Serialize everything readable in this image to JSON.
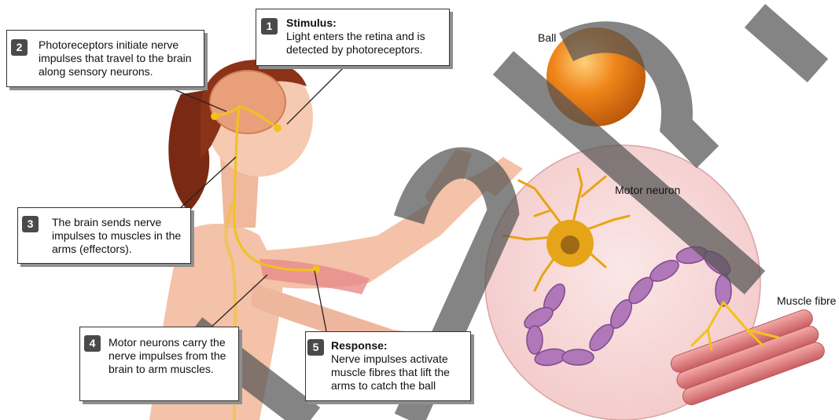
{
  "callouts": [
    {
      "number": "1",
      "heading": "Stimulus:",
      "text": "Light enters the retina and is detected by photoreceptors."
    },
    {
      "number": "2",
      "heading": "",
      "text": "Photoreceptors initiate nerve impulses that travel to the brain along sensory neurons."
    },
    {
      "number": "3",
      "heading": "",
      "text": "The brain sends nerve impulses to muscles in the arms (effectors)."
    },
    {
      "number": "4",
      "heading": "",
      "text": "Motor neurons carry the nerve impulses from the brain to arm muscles."
    },
    {
      "number": "5",
      "heading": "Response:",
      "text": "Nerve impulses activate muscle fibres that lift the arms to catch the ball"
    }
  ],
  "labels": {
    "ball": "Ball",
    "motor_neuron": "Motor neuron",
    "muscle_fibre": "Muscle fibre"
  },
  "colors": {
    "ball": "#f08a12",
    "nerve": "#f2c21a",
    "skin": "#f3c2a8",
    "hair": "#7a2a14",
    "brain": "#e9a07a",
    "inset_bg": "#f7d6d6",
    "muscle": "#e9898a",
    "watermark": "#555555"
  }
}
